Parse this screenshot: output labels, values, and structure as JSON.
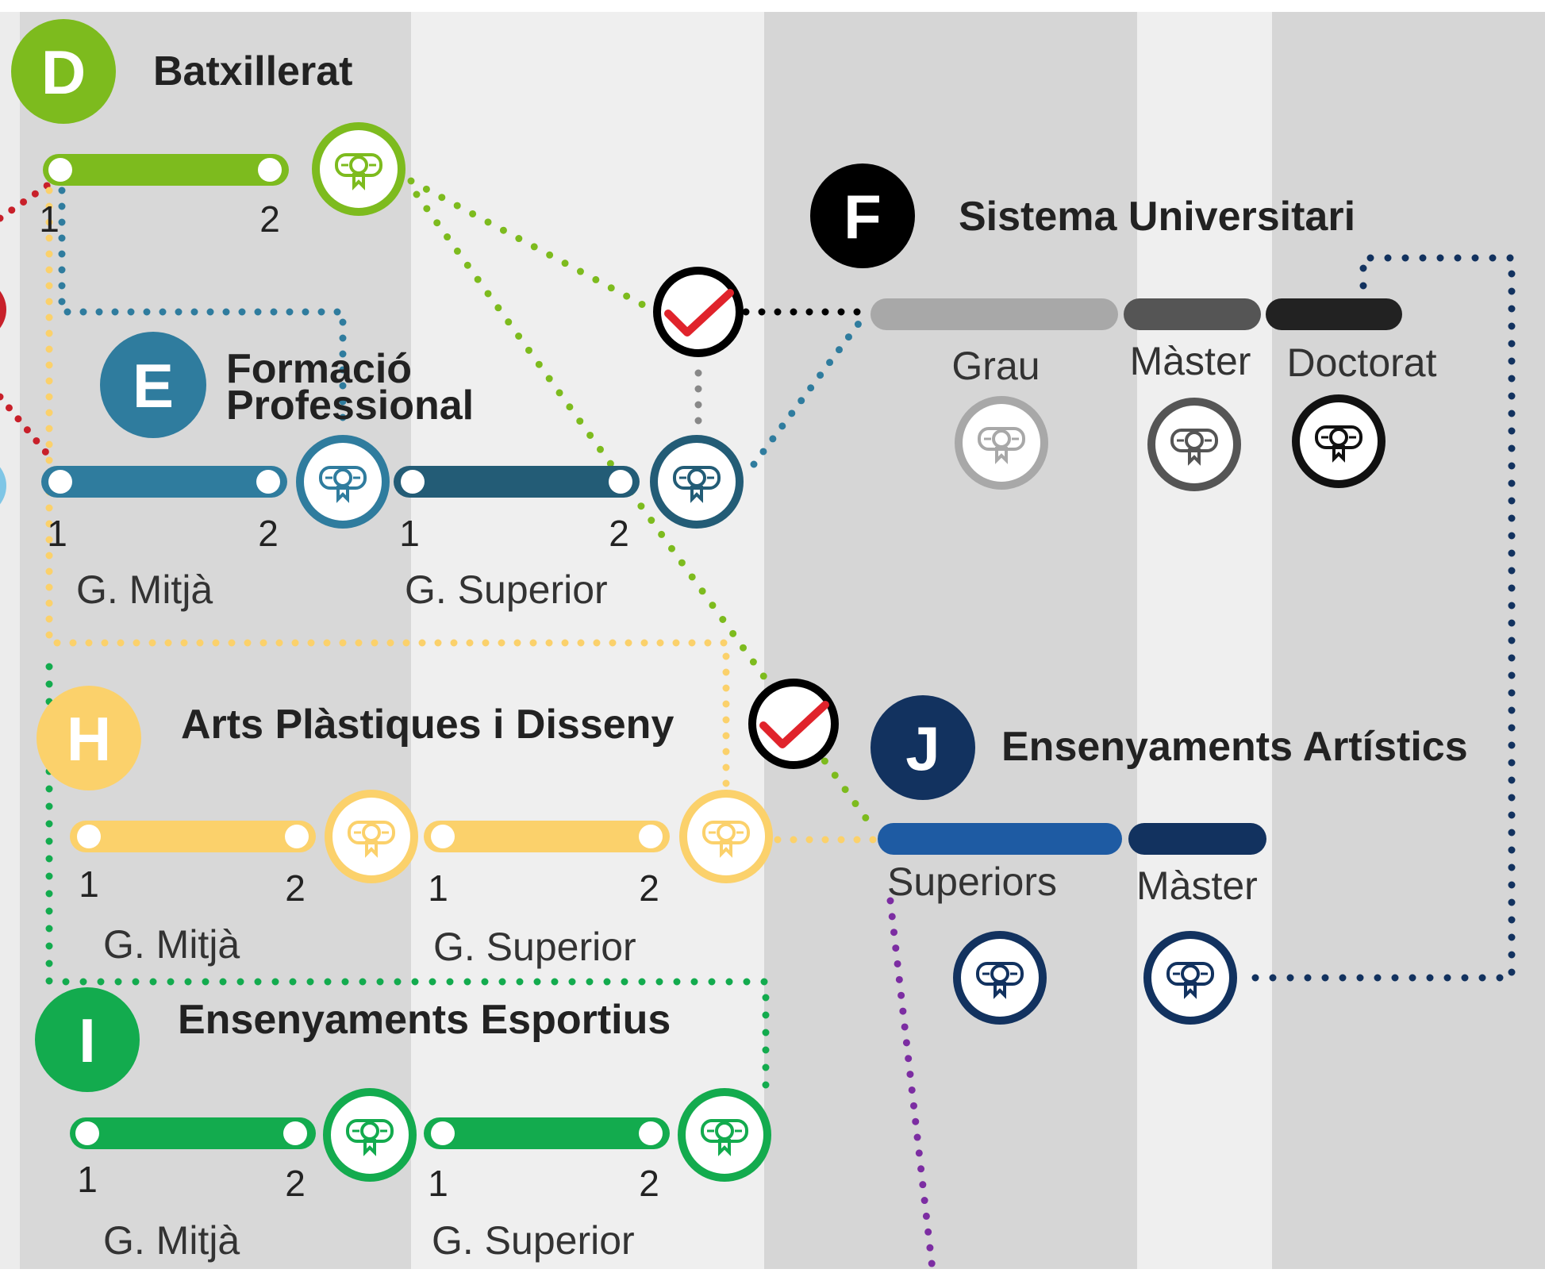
{
  "colors": {
    "batxillerat": "#7dbb1e",
    "fp_lower": "#2f7c9e",
    "fp_upper": "#235c76",
    "arts": "#fbd16b",
    "sports": "#13ab4e",
    "uni_badge": "#000000",
    "grau": "#a8a8a8",
    "master_uni": "#555555",
    "doctorat": "#222222",
    "superiors": "#1e5ba3",
    "master_art": "#12325f",
    "red_line": "#c8202a",
    "purple_line": "#7c2da2",
    "check": "#e0232b"
  },
  "sections": {
    "batxillerat": {
      "letter": "D",
      "title": "Batxillerat",
      "levels": [
        "1",
        "2"
      ]
    },
    "fp": {
      "letter": "E",
      "title_line1": "Formació",
      "title_line2": "Professional",
      "mitja": {
        "levels": [
          "1",
          "2"
        ],
        "label": "G. Mitjà"
      },
      "superior": {
        "levels": [
          "1",
          "2"
        ],
        "label": "G. Superior"
      }
    },
    "universitari": {
      "letter": "F",
      "title": "Sistema Universitari",
      "stages": [
        "Grau",
        "Màster",
        "Doctorat"
      ]
    },
    "arts": {
      "letter": "H",
      "title": "Arts Plàstiques i Disseny",
      "mitja": {
        "levels": [
          "1",
          "2"
        ],
        "label": "G. Mitjà"
      },
      "superior": {
        "levels": [
          "1",
          "2"
        ],
        "label": "G. Superior"
      }
    },
    "esportius": {
      "letter": "I",
      "title": "Ensenyaments Esportius",
      "mitja": {
        "levels": [
          "1",
          "2"
        ],
        "label": "G. Mitjà"
      },
      "superior": {
        "levels": [
          "1",
          "2"
        ],
        "label": "G. Superior"
      }
    },
    "artistics": {
      "letter": "J",
      "title": "Ensenyaments Artístics",
      "stages": [
        "Superiors",
        "Màster"
      ]
    }
  },
  "icons": {
    "diploma": "diploma-icon",
    "check": "checkmark-icon"
  }
}
